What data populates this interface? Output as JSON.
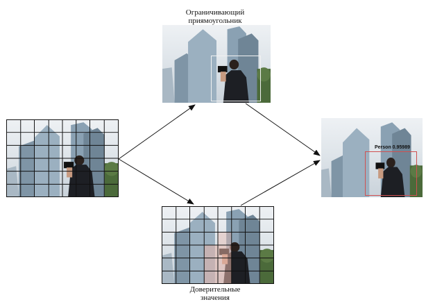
{
  "diagram": {
    "top_label": "Ограничивающий\nприямоугольник",
    "bottom_label": "Доверительные\nзначения",
    "result_label": "Person 0.95989"
  },
  "colors": {
    "bbox_top": "#f2f2f2",
    "bbox_result": "#d05050",
    "confidence_fill": "#e8b4a8",
    "grid": "#111111",
    "arrow": "#111111"
  },
  "icons": [
    "photo-building",
    "person-camera",
    "arrow"
  ]
}
